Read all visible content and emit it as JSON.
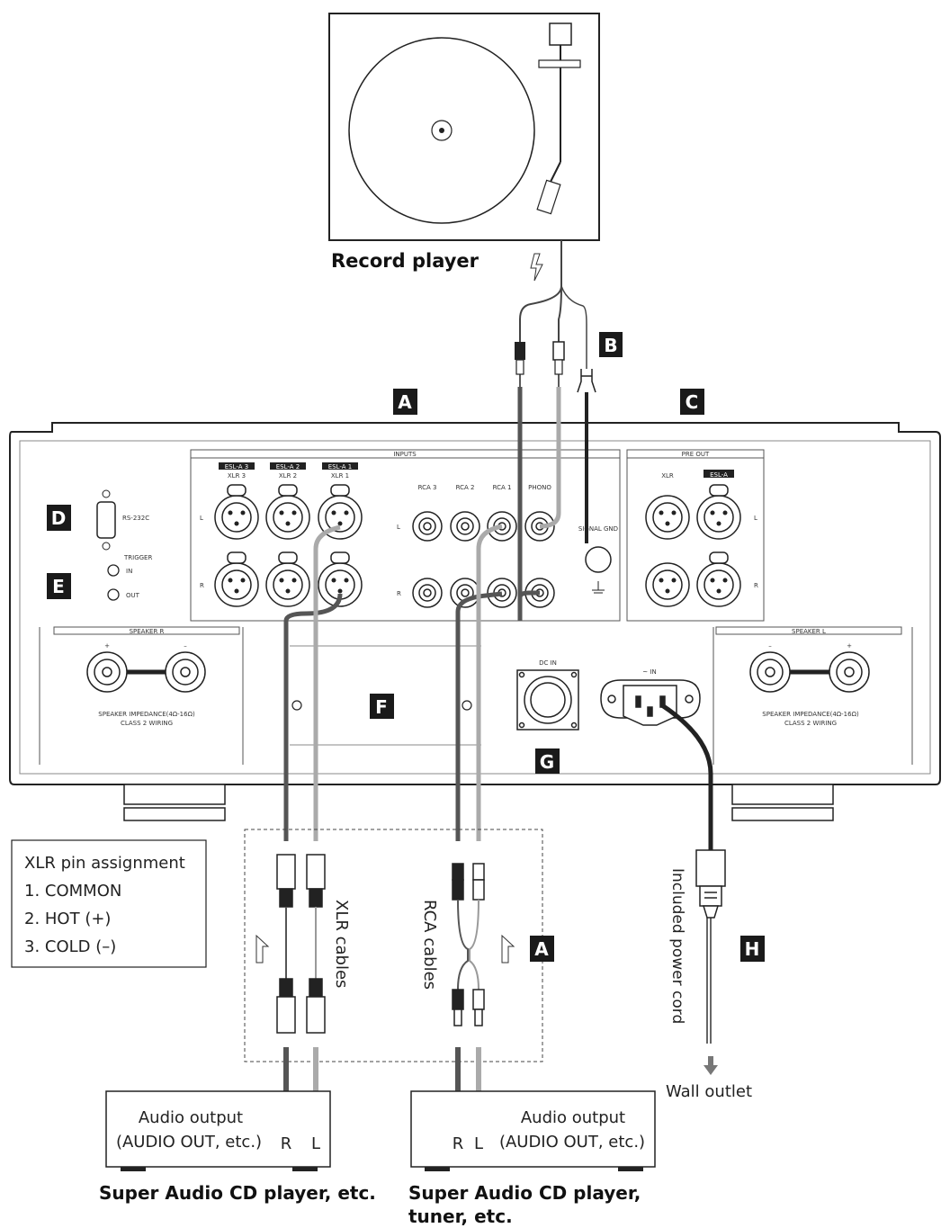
{
  "labels": {
    "record_player": "Record player",
    "cd_left": "Super Audio CD player, etc.",
    "cd_right_line1": "Super Audio CD player,",
    "cd_right_line2": "tuner, etc.",
    "audio_output": "Audio output",
    "audio_out_etc": "(AUDIO OUT, etc.)",
    "r": "R",
    "l": "L",
    "xlr_cables": "XLR cables",
    "rca_cables": "RCA cables",
    "power_cord": "Included power cord",
    "wall_outlet": "Wall outlet"
  },
  "callouts": {
    "a_top": "A",
    "a_bottom": "A",
    "b": "B",
    "c": "C",
    "d": "D",
    "e": "E",
    "f": "F",
    "g": "G",
    "h": "H"
  },
  "pin_box": {
    "title": "XLR pin assignment",
    "pin1": "1. COMMON",
    "pin2": "2. HOT (+)",
    "pin3": "3. COLD (–)"
  },
  "panel": {
    "inputs": "INPUTS",
    "pre_out": "PRE OUT",
    "esl_a3": "ESL-A 3",
    "esl_a2": "ESL-A 2",
    "esl_a1": "ESL-A 1",
    "xlr3": "XLR 3",
    "xlr2": "XLR 2",
    "xlr1": "XLR 1",
    "rca3": "RCA 3",
    "rca2": "RCA 2",
    "rca1": "RCA 1",
    "phono": "PHONO",
    "signal_gnd": "SIGNAL GND",
    "xlr": "XLR",
    "esl_a": "ESL-A",
    "rs232c": "RS-232C",
    "trigger": "TRIGGER",
    "trig_in": "IN",
    "trig_out": "OUT",
    "speaker_r": "SPEAKER R",
    "speaker_l": "SPEAKER L",
    "plus": "+",
    "minus": "–",
    "impedance": "SPEAKER IMPEDANCE(4Ω-16Ω)",
    "class2": "CLASS 2 WIRING",
    "dc_in": "DC IN",
    "ac_in": "~ IN",
    "side_l": "L",
    "side_r": "R"
  }
}
